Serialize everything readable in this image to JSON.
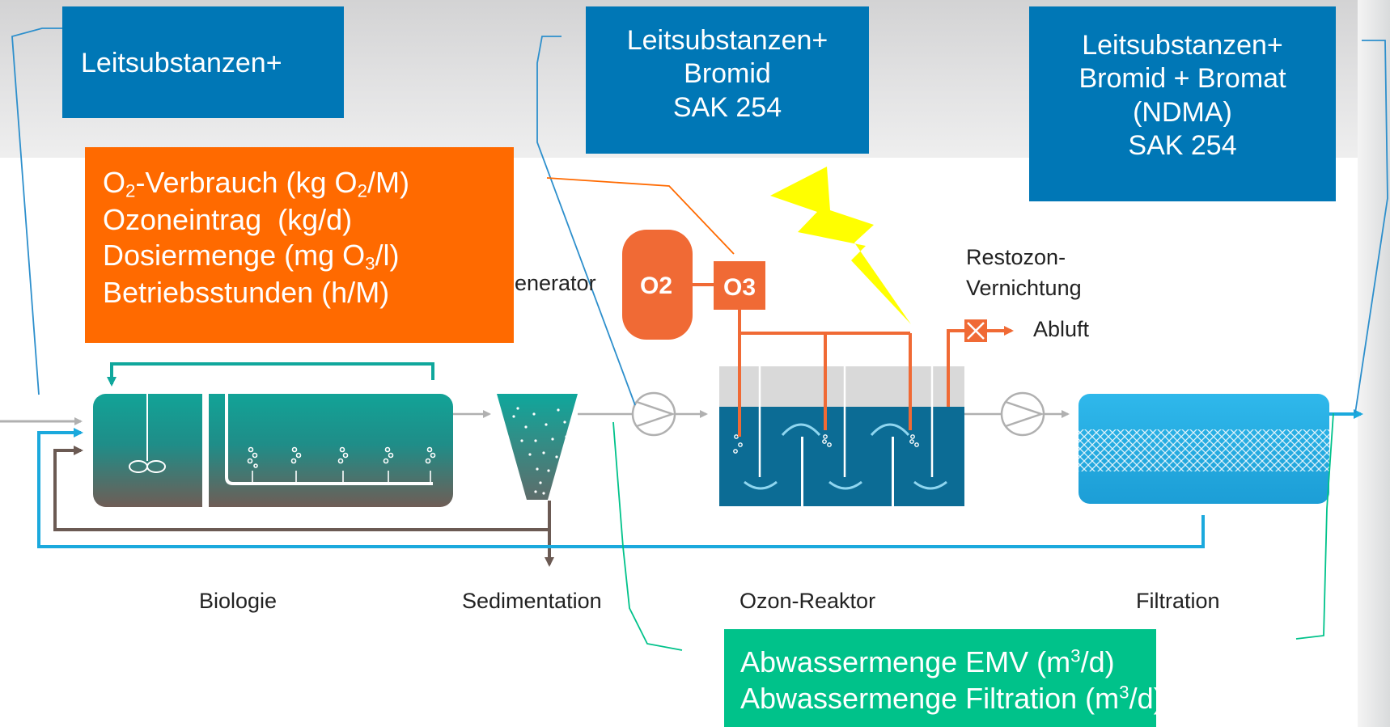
{
  "boxes": {
    "left": {
      "line1": "Leitsubstanzen+"
    },
    "middle": {
      "line1": "Leitsubstanzen+",
      "line2": "Bromid",
      "line3": "SAK 254"
    },
    "right": {
      "line1": "Leitsubstanzen+",
      "line2": "Bromid + Bromat",
      "line3": "(NDMA)",
      "line4": "SAK 254"
    }
  },
  "orange_box": {
    "l1a": "O",
    "l1sub": "2",
    "l1b": "-Verbrauch (kg O",
    "l1sub2": "2",
    "l1c": "/M)",
    "l2": "Ozoneintrag  (kg/d)",
    "l3a": "Dosiermenge (mg O",
    "l3sub": "3",
    "l3b": "/l)",
    "l4": "Betriebsstunden (h/M)"
  },
  "green_box": {
    "l1a": "Abwassermenge EMV (m",
    "l1sup": "3",
    "l1b": "/d)",
    "l2a": "Abwassermenge Filtration (m",
    "l2sup": "3",
    "l2b": "/d)"
  },
  "labels": {
    "generator": "enerator",
    "o2": "O2",
    "o3": "O3",
    "restozon1": "Restozon-",
    "restozon2": "Vernichtung",
    "abluft": "Abluft",
    "biologie": "Biologie",
    "sedimentation": "Sedimentation",
    "ozon_reaktor": "Ozon-Reaktor",
    "filtration": "Filtration"
  },
  "colors": {
    "blue_box": "#0077b6",
    "orange_box": "#ff6a00",
    "green_box": "#00c28a",
    "teal": "#0fa79c",
    "ozone": "#f06a35",
    "flow_blue": "#1ba9dd"
  }
}
